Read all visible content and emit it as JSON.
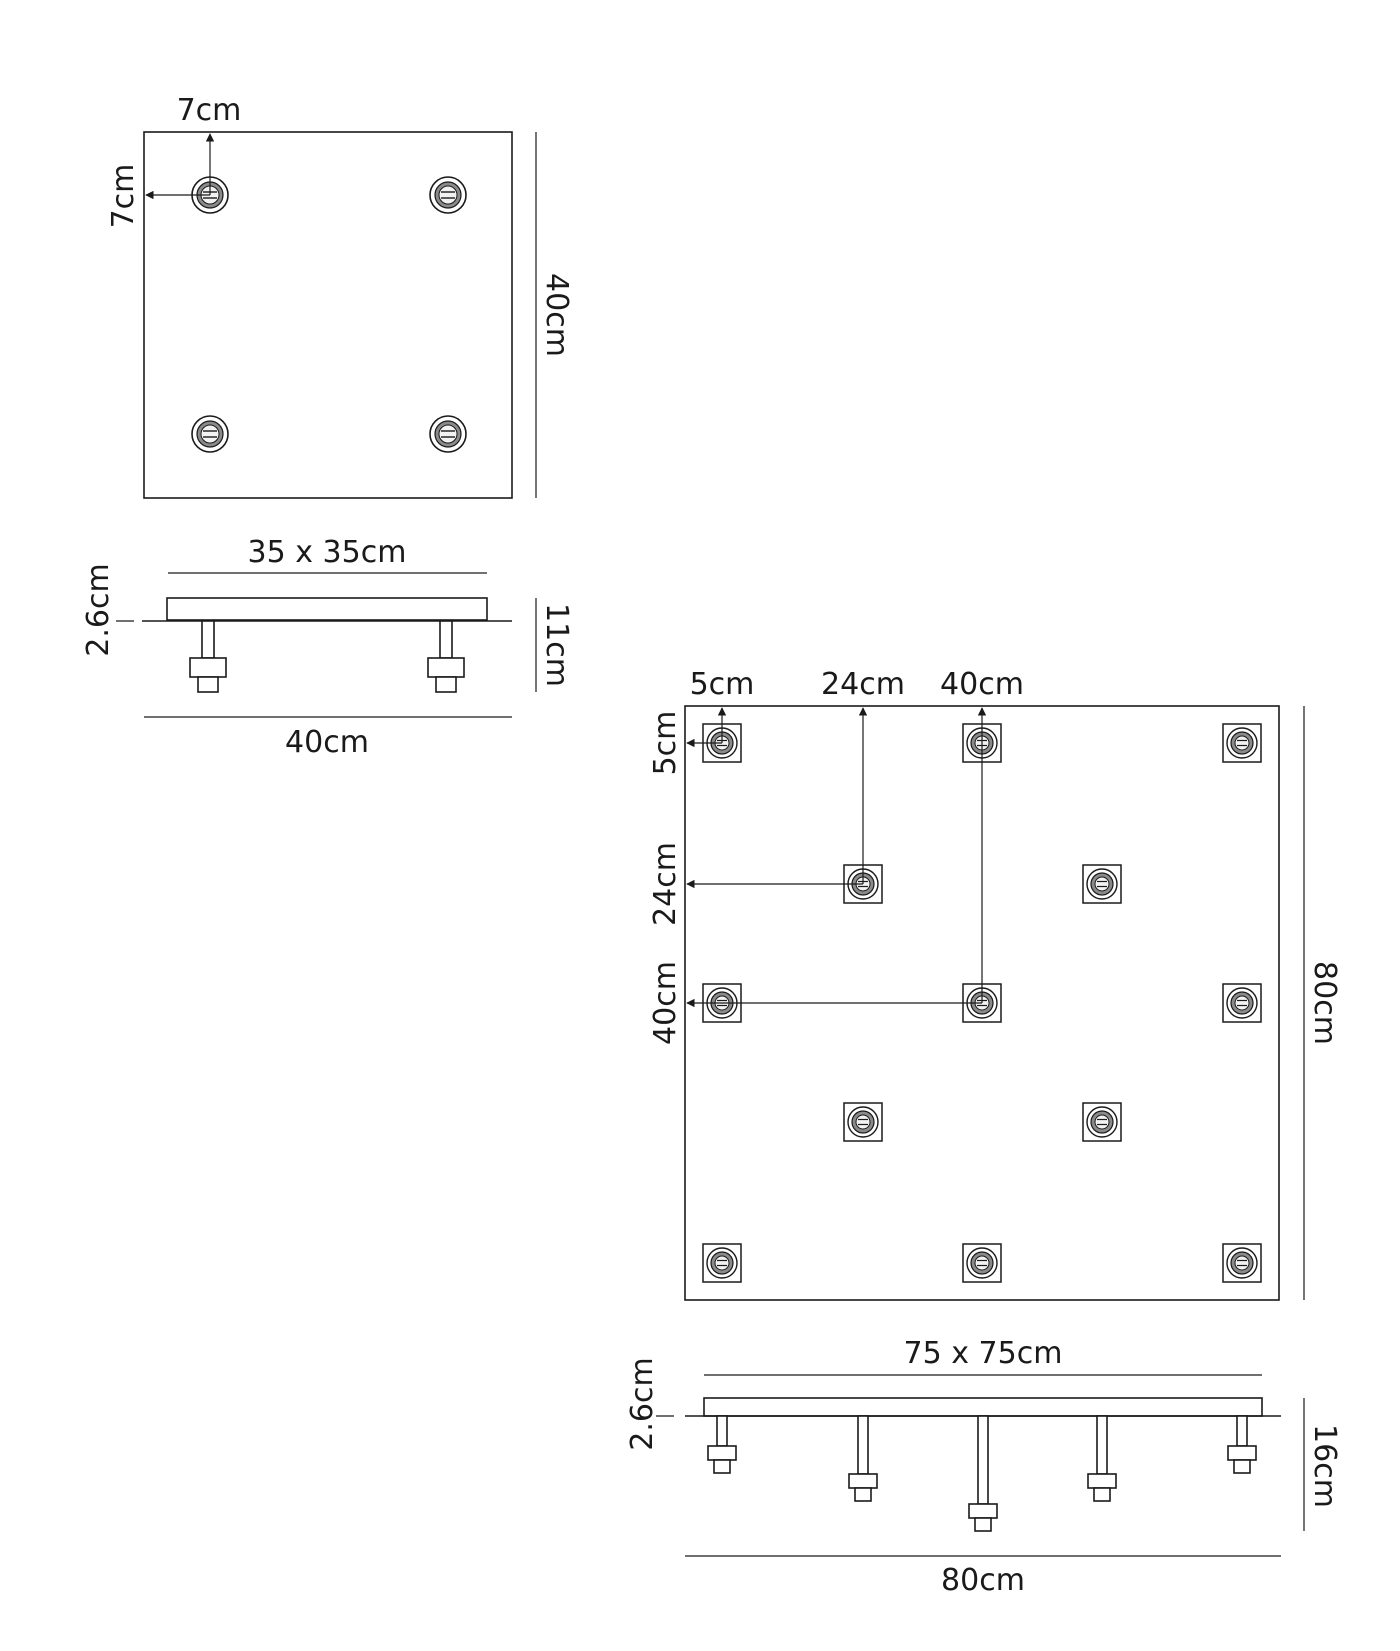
{
  "small_plate": {
    "top_view": {
      "offset_x_label": "7cm",
      "offset_y_label": "7cm",
      "height_label": "40cm"
    },
    "side_view": {
      "canopy_label": "35 x 35cm",
      "thickness_label": "2.6cm",
      "drop_label": "11cm",
      "width_label": "40cm"
    }
  },
  "large_plate": {
    "top_view": {
      "offset_x_1_label": "5cm",
      "offset_x_2_label": "24cm",
      "offset_x_3_label": "40cm",
      "offset_y_1_label": "5cm",
      "offset_y_2_label": "24cm",
      "offset_y_3_label": "40cm",
      "height_label": "80cm"
    },
    "side_view": {
      "canopy_label": "75 x 75cm",
      "thickness_label": "2.6cm",
      "drop_label": "16cm",
      "width_label": "80cm"
    }
  }
}
